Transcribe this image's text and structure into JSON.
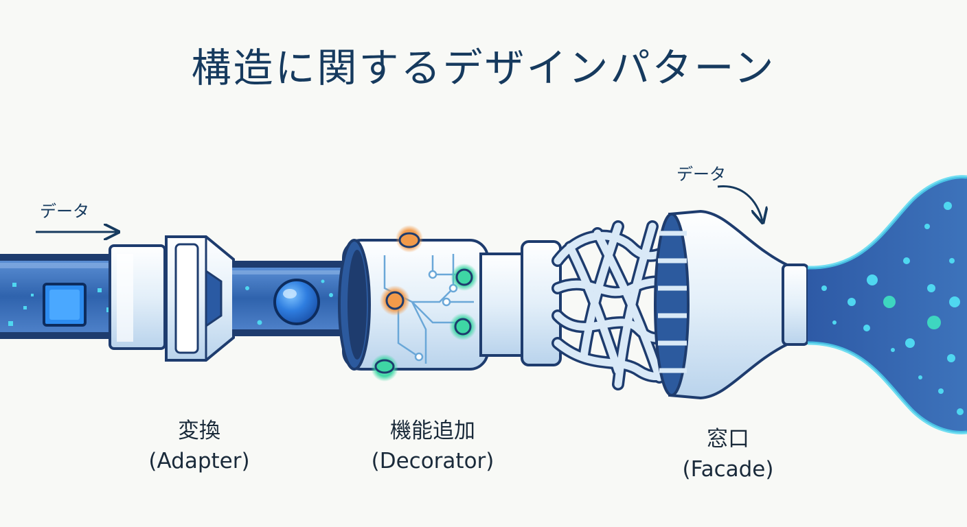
{
  "title": "構造に関するデザインパターン",
  "flow_labels": {
    "left": "データ",
    "right": "データ"
  },
  "stages": [
    {
      "jp": "変換",
      "en": "(Adapter)"
    },
    {
      "jp": "機能追加",
      "en": "(Decorator)"
    },
    {
      "jp": "窓口",
      "en": "(Facade)"
    }
  ],
  "colors": {
    "title": "#163a5e",
    "pipe_outline": "#1e3c6e",
    "pipe_fill": "#3a6fb7",
    "collar": "#e6f1fb",
    "particle": "#4fd7f0",
    "accent_orange": "#f29a4a",
    "accent_green": "#3ed6a4"
  }
}
